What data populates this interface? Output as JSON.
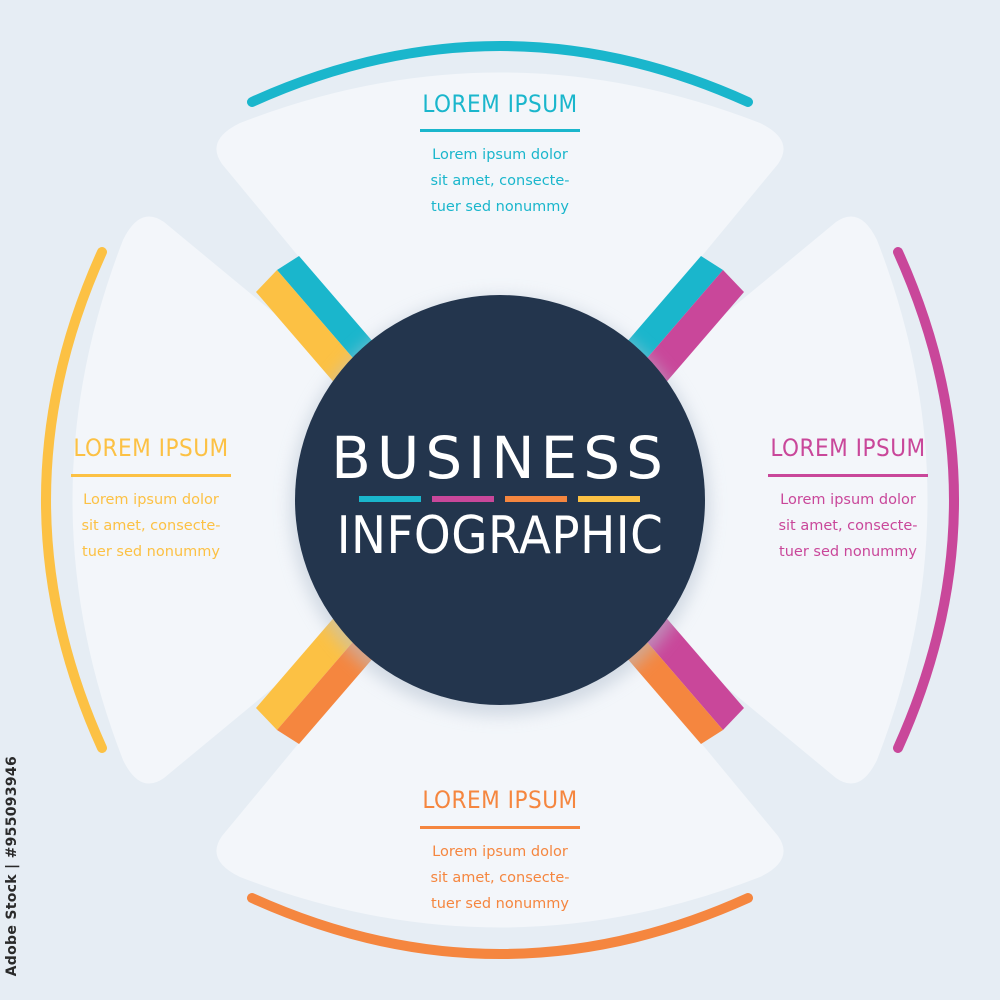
{
  "center": {
    "title": "BUSINESS",
    "subtitle": "INFOGRAPHIC",
    "color": "#23354d"
  },
  "colors": {
    "cyan": "#1ab6cc",
    "magenta": "#c9479a",
    "orange": "#f5863f",
    "yellow": "#fcc144",
    "panel": "#f3f6fa",
    "background": "#e6edf4"
  },
  "segments": [
    {
      "position": "top",
      "color": "#1ab6cc",
      "title": "LOREM IPSUM",
      "lines": [
        "Lorem ipsum dolor",
        "sit amet, consecte-",
        "tuer sed nonummy"
      ]
    },
    {
      "position": "right",
      "color": "#c9479a",
      "title": "LOREM IPSUM",
      "lines": [
        "Lorem ipsum dolor",
        "sit amet, consecte-",
        "tuer sed nonummy"
      ]
    },
    {
      "position": "bottom",
      "color": "#f5863f",
      "title": "LOREM IPSUM",
      "lines": [
        "Lorem ipsum dolor",
        "sit amet, consecte-",
        "tuer sed nonummy"
      ]
    },
    {
      "position": "left",
      "color": "#fcc144",
      "title": "LOREM IPSUM",
      "lines": [
        "Lorem ipsum dolor",
        "sit amet, consecte-",
        "tuer sed nonummy"
      ]
    }
  ],
  "watermark": "Adobe Stock | #955093946"
}
